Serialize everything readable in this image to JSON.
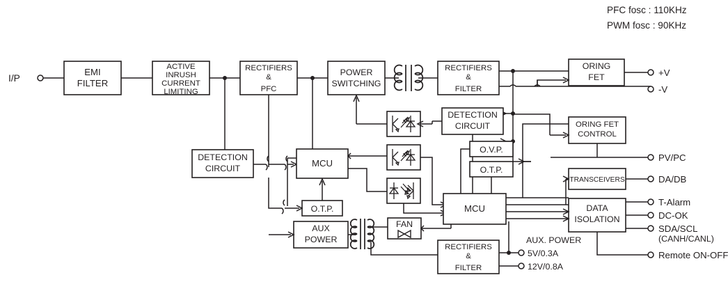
{
  "title": "Power Supply Block Diagram",
  "notes": {
    "pfc_fosc": "PFC fosc : 110KHz",
    "pwm_fosc": "PWM fosc : 90KHz"
  },
  "input": {
    "label": "I/P"
  },
  "blocks": {
    "emi_filter": "EMI\nFILTER",
    "emi_filter_l1": "EMI",
    "emi_filter_l2": "FILTER",
    "inrush_l1": "ACTIVE",
    "inrush_l2": "INRUSH",
    "inrush_l3": "CURRENT",
    "inrush_l4": "LIMITING",
    "rect_pfc_l1": "RECTIFIERS",
    "rect_pfc_l2": "&",
    "rect_pfc_l3": "PFC",
    "power_switching_l1": "POWER",
    "power_switching_l2": "SWITCHING",
    "rect_filter_l1": "RECTIFIERS",
    "rect_filter_l2": "&",
    "rect_filter_l3": "FILTER",
    "oring_fet_l1": "ORING",
    "oring_fet_l2": "FET",
    "detection_pri_l1": "DETECTION",
    "detection_pri_l2": "CIRCUIT",
    "detection_sec_l1": "DETECTION",
    "detection_sec_l2": "CIRCUIT",
    "oring_fet_ctrl_l1": "ORING  FET",
    "oring_fet_ctrl_l2": "CONTROL",
    "ovp": "O.V.P.",
    "otp_sec": "O.T.P.",
    "otp_pri": "O.T.P.",
    "mcu_pri": "MCU",
    "mcu_sec": "MCU",
    "aux_power_l1": "AUX",
    "aux_power_l2": "POWER",
    "fan": "FAN",
    "rect_filter_aux_l1": "RECTIFIERS",
    "rect_filter_aux_l2": "&",
    "rect_filter_aux_l3": "FILTER",
    "transceivers": "TRANSCEIVERS",
    "data_isolation_l1": "DATA",
    "data_isolation_l2": "ISOLATION"
  },
  "outputs": {
    "plus_v": "+V",
    "minus_v": "-V",
    "pv_pc": "PV/PC",
    "da_db": "DA/DB",
    "t_alarm": "T-Alarm",
    "dc_ok": "DC-OK",
    "sda_scl_l1": "SDA/SCL",
    "sda_scl_l2": "(CANH/CANL)",
    "remote_on_off": "Remote ON-OFF",
    "aux_power_header": "AUX. POWER",
    "aux_5v": "5V/0.3A",
    "aux_12v": "12V/0.8A"
  },
  "colors": {
    "line": "#231f20",
    "background": "#ffffff"
  }
}
